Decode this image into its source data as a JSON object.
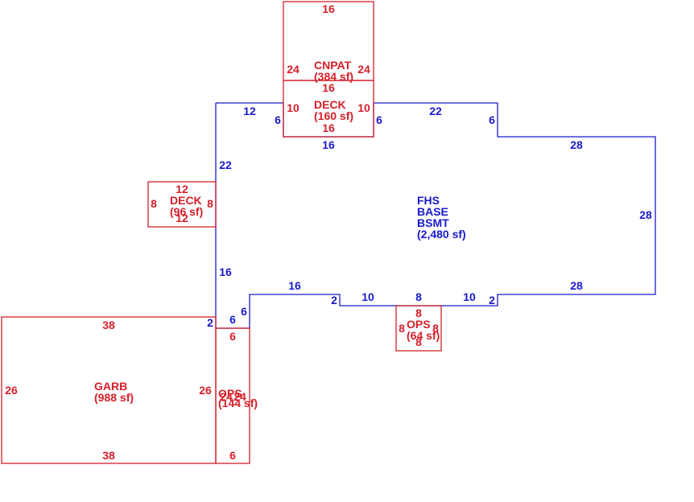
{
  "colors": {
    "main": "#1a1acc",
    "addition": "#d4202a"
  },
  "areas": {
    "main": {
      "lines": [
        "FHS",
        "BASE",
        "BSMT"
      ],
      "area": "(2,480 sf)"
    },
    "cnpat": {
      "name": "CNPAT",
      "area": "(384 sf)"
    },
    "deck_top": {
      "name": "DECK",
      "area": "(160 sf)"
    },
    "deck_left": {
      "name": "DECK",
      "area": "(96 sf)"
    },
    "ops_small": {
      "name": "OPS",
      "area": "(64 sf)"
    },
    "garb": {
      "name": "GARB",
      "area": "(988 sf)"
    },
    "ops_garage": {
      "name": "OPS",
      "area": "(144 sf)"
    }
  },
  "dims": {
    "main": {
      "top_left": "12",
      "step_left": "6",
      "top_mid": "16",
      "step_right": "6",
      "top_right": "22",
      "step_right2": "6",
      "right_top": "28",
      "right_side": "28",
      "bottom_right": "28",
      "step_br": "2",
      "bottom_mid_r": "10",
      "bottom_mid": "8",
      "bottom_mid_l": "10",
      "step_bl": "2",
      "bottom_left": "16",
      "step_l": "6",
      "left_low": "16",
      "left_high": "22",
      "garage_top": "2",
      "ops_top": "6"
    },
    "cnpat": {
      "top": "16",
      "left": "24",
      "right": "24"
    },
    "deck_top": {
      "top": "16",
      "left": "10",
      "right": "10",
      "bottom": "16"
    },
    "deck_left": {
      "top": "12",
      "left": "8",
      "right": "8",
      "bottom": "12"
    },
    "ops_small": {
      "top": "8",
      "left": "8",
      "right": "8",
      "bottom": "8"
    },
    "garb": {
      "top": "38",
      "left": "26",
      "right": "26",
      "bottom": "38"
    },
    "ops_garage": {
      "top": "6",
      "side": "24",
      "side2": "24",
      "bottom": "6"
    }
  }
}
